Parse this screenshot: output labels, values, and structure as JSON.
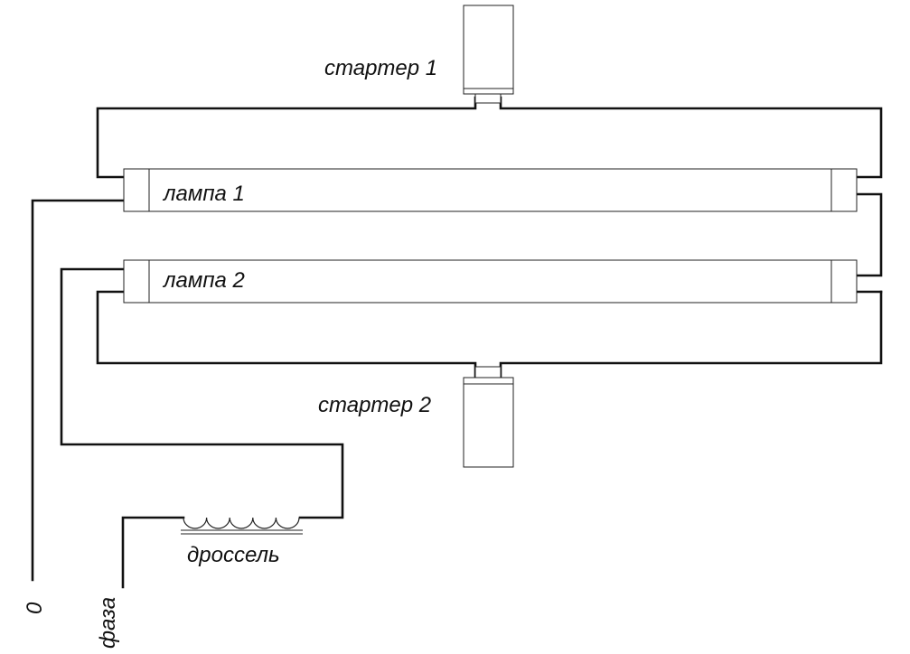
{
  "labels": {
    "starter_1": "стартер 1",
    "starter_2": "стартер 2",
    "lamp_1": "лампа 1",
    "lamp_2": "лампа 2",
    "choke": "дроссель",
    "neutral": "0",
    "phase": "фаза"
  }
}
